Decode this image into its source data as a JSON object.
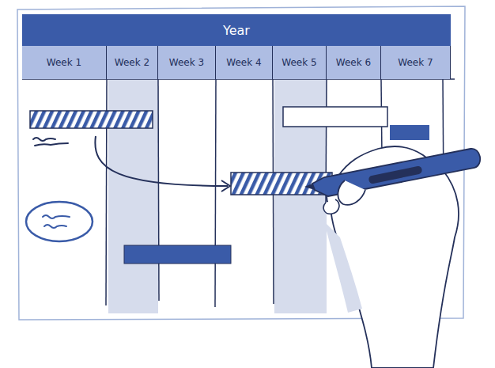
{
  "diagram": {
    "nodes": [
      {
        "text": [
          "Year"
        ]
      },
      {
        "text": [
          "Week 1"
        ]
      },
      {
        "text": [
          "Week 2"
        ]
      },
      {
        "text": [
          "Week 3"
        ]
      },
      {
        "text": [
          "Week 4"
        ]
      },
      {
        "text": [
          "Week 5"
        ]
      },
      {
        "text": [
          "Week 6"
        ]
      },
      {
        "text": [
          "Week 7"
        ]
      }
    ]
  }
}
